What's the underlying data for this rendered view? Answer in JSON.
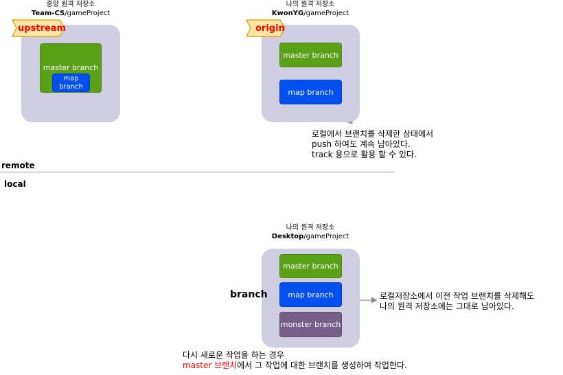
{
  "remote": {
    "upstream_repo": {
      "title_line1": "중앙 원격 저장소",
      "title_owner": "Team-CS",
      "title_path": "/gameProject",
      "tag": "upstream",
      "branch_master": "master branch",
      "branch_map": "map branch"
    },
    "origin_repo": {
      "title_line1": "나의 원격 저장소",
      "title_owner": "KwonYG",
      "title_path": "/gameProject",
      "tag": "origin",
      "branch_master": "master branch",
      "branch_map": "map branch"
    },
    "origin_note": [
      "로컬에서 브랜치를 삭제한 상태에서",
      "push 하여도 계속 남아있다.",
      "track 용으로 활용 할 수 있다."
    ]
  },
  "labels": {
    "remote": "remote",
    "local": "local"
  },
  "local_repo": {
    "title_line1": "나의 원격 저장소",
    "title_owner": "Desktop",
    "title_path": "/gameProject",
    "branch_master": "master branch",
    "branch_map": "map branch",
    "branch_monster": "monster branch",
    "branch_arrow_label": "branch",
    "map_note": [
      "로컬저장소에서 이전 작업 브랜치를 삭제해도",
      "나의 원격 저장소에는 그대로 남아있다."
    ],
    "bottom_note_line1": "다시 새로운 작업을 하는 경우",
    "bottom_note_highlight": "master 브랜치",
    "bottom_note_rest": "에서 그 작업에 대한 브랜치를 생성하여 작업한다."
  },
  "colors": {
    "repo_bg": "#d0cee2",
    "master": "#5aa117",
    "map": "#0050ef",
    "monster": "#76608a",
    "tag_fill": "#ffe6a6",
    "tag_stroke": "#d79b00",
    "highlight": "#ff0000"
  }
}
